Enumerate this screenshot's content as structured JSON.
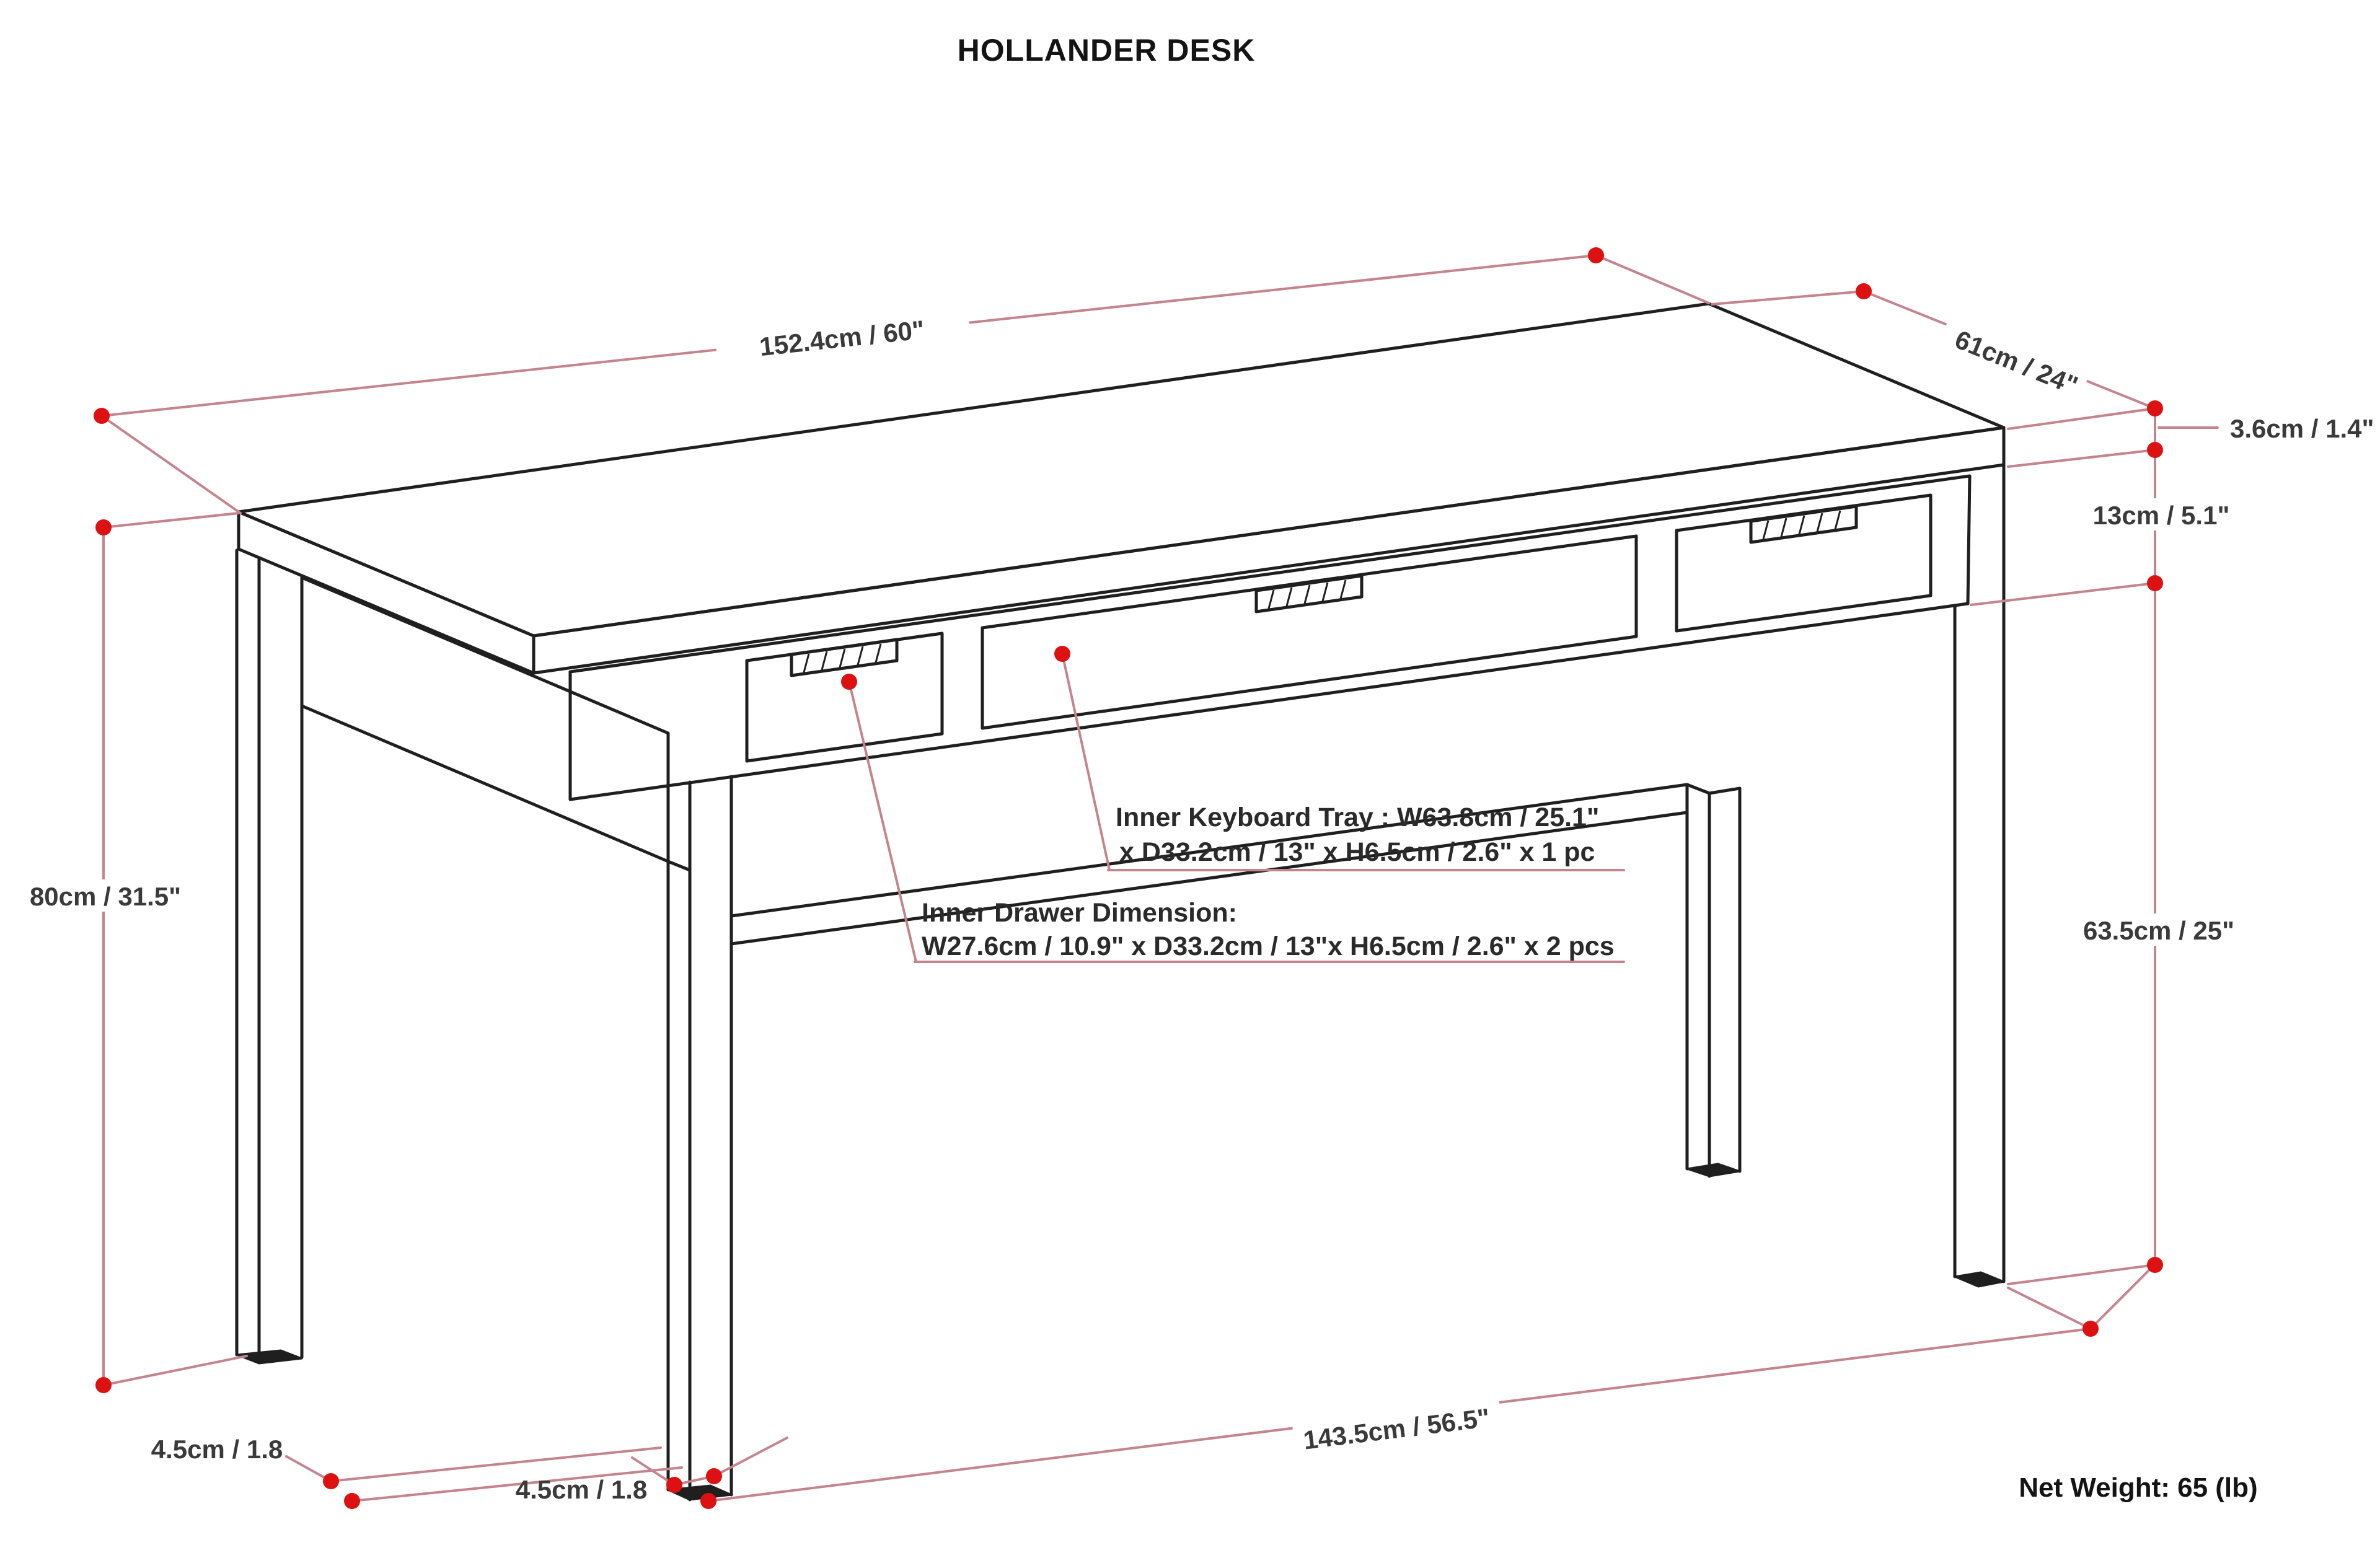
{
  "title": "HOLLANDER DESK",
  "colors": {
    "line": "#1f1f1f",
    "dimension_line": "#c4848e",
    "dot": "#dd1111",
    "text": "#3a3a3a",
    "background": "#ffffff"
  },
  "diagram": {
    "dim_labels": {
      "top_width": "152.4cm / 60\"",
      "top_depth": "61cm / 24\"",
      "top_thickness": "3.6cm / 1.4\"",
      "apron_height": "13cm / 5.1\"",
      "leg_height": "63.5cm / 25\"",
      "overall_height": "80cm / 31.5\"",
      "front_leg_span": "143.5cm / 56.5\"",
      "leg_thickness_back": "4.5cm / 1.8",
      "leg_thickness_front": "4.5cm / 1.8"
    },
    "annotations": {
      "keyboard_tray_line1": "Inner Keyboard Tray : W63.8cm / 25.1\"",
      "keyboard_tray_line2": "x D33.2cm / 13\" x H6.5cm / 2.6\" x 1 pc",
      "inner_drawer_line1": "Inner Drawer Dimension:",
      "inner_drawer_line2": "W27.6cm / 10.9\" x D33.2cm / 13\"x H6.5cm / 2.6\" x 2 pcs"
    },
    "net_weight": "Net Weight: 65 (lb)"
  }
}
